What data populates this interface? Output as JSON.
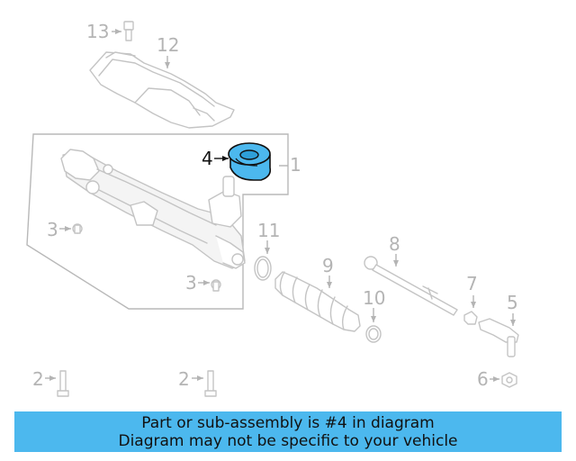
{
  "diagram": {
    "highlighted_part": "4",
    "highlight_color": "#4cb8ee",
    "callouts": {
      "c1": "1",
      "c2a": "2",
      "c2b": "2",
      "c3a": "3",
      "c3b": "3",
      "c4": "4",
      "c5": "5",
      "c6": "6",
      "c7": "7",
      "c8": "8",
      "c9": "9",
      "c10": "10",
      "c11": "11",
      "c12": "12",
      "c13": "13"
    }
  },
  "banner": {
    "line1": "Part or sub-assembly is #4 in diagram",
    "line2": "Diagram may not be specific to your vehicle",
    "background": "#4cb8ee"
  }
}
